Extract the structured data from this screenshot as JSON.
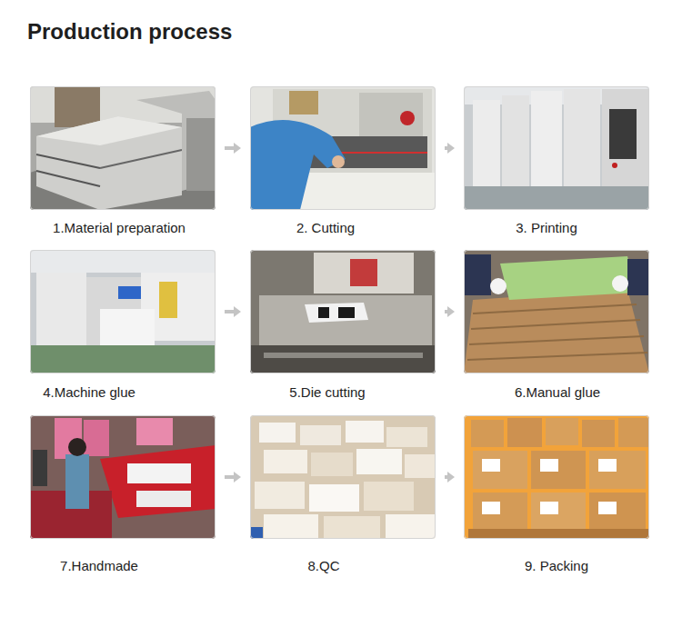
{
  "diagram": {
    "title": "Production process",
    "nodes": [
      {
        "text": [
          "1.Material preparation"
        ]
      },
      {
        "text": [
          "2. Cutting"
        ]
      },
      {
        "text": [
          "3. Printing"
        ]
      },
      {
        "text": [
          "4.Machine glue"
        ]
      },
      {
        "text": [
          "5.Die cutting"
        ]
      },
      {
        "text": [
          "6.Manual glue"
        ]
      },
      {
        "text": [
          "7.Handmade"
        ]
      },
      {
        "text": [
          "8.QC"
        ]
      },
      {
        "text": [
          "9. Packing"
        ]
      }
    ],
    "edges": [
      {
        "from": 0,
        "to": 1,
        "arrow": "to"
      },
      {
        "from": 1,
        "to": 2,
        "arrow": "to"
      },
      {
        "from": 3,
        "to": 4,
        "arrow": "to"
      },
      {
        "from": 4,
        "to": 5,
        "arrow": "to"
      },
      {
        "from": 6,
        "to": 7,
        "arrow": "to"
      },
      {
        "from": 7,
        "to": 8,
        "arrow": "to"
      }
    ]
  }
}
